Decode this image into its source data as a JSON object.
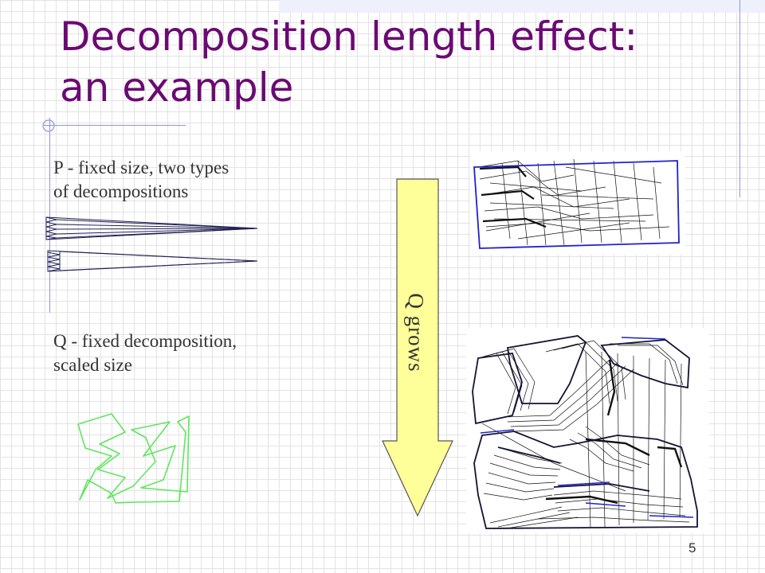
{
  "slide": {
    "title_line1": "Decomposition length effect:",
    "title_line2": "an example",
    "page_number": "5"
  },
  "p_section": {
    "line1": "P - fixed size, two types",
    "line2": "of decompositions"
  },
  "q_section": {
    "line1": "Q - fixed decomposition,",
    "line2": "scaled size"
  },
  "arrow": {
    "label": "Q grows",
    "fill_color": "#ffff99",
    "stroke_color": "#555555"
  },
  "colors": {
    "title": "#6b0a73",
    "polygon_green": "#5ee65e",
    "decomposition_blue": "#2020d0",
    "decomposition_black": "#111111"
  }
}
